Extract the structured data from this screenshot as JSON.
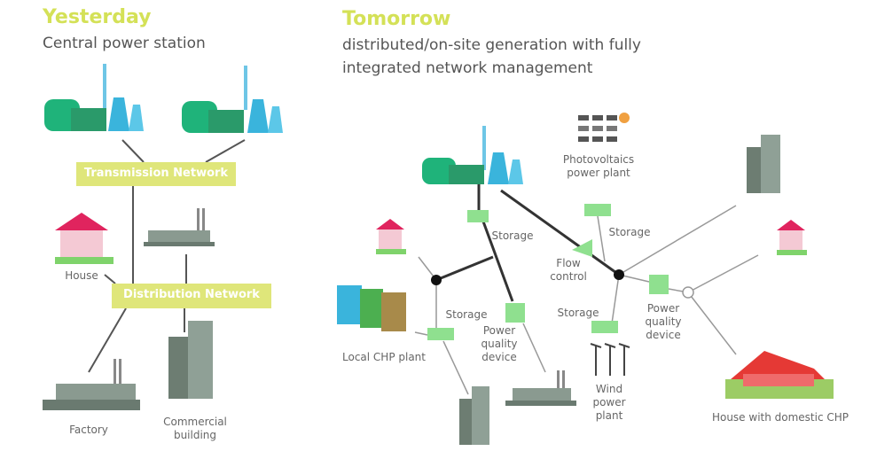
{
  "yesterday": {
    "title": "Yesterday",
    "subtitle": "Central power station",
    "nodes": {
      "transmission": "Transmission Network",
      "distribution": "Distribution Network",
      "house": "House",
      "factory": "Factory",
      "commercial": "Commercial building"
    }
  },
  "tomorrow": {
    "title": "Tomorrow",
    "subtitle_line1": "distributed/on-site generation with fully",
    "subtitle_line2": "integrated network management",
    "labels": {
      "pv": "Photovoltaics power plant",
      "storage1": "Storage",
      "storage2": "Storage",
      "storage3": "Storage",
      "storage4": "Storage",
      "flow": "Flow control",
      "pqd1": "Power quality device",
      "pqd2": "Power quality device",
      "chp": "Local CHP plant",
      "wind": "Wind power plant",
      "house_chp": "House with domestic CHP"
    }
  },
  "colors": {
    "accent": "#d4e157",
    "storage": "#8fe08f",
    "house_roof": "#e0245e",
    "plant_green": "#1fb37a",
    "plant_blue": "#3ab4dc"
  }
}
